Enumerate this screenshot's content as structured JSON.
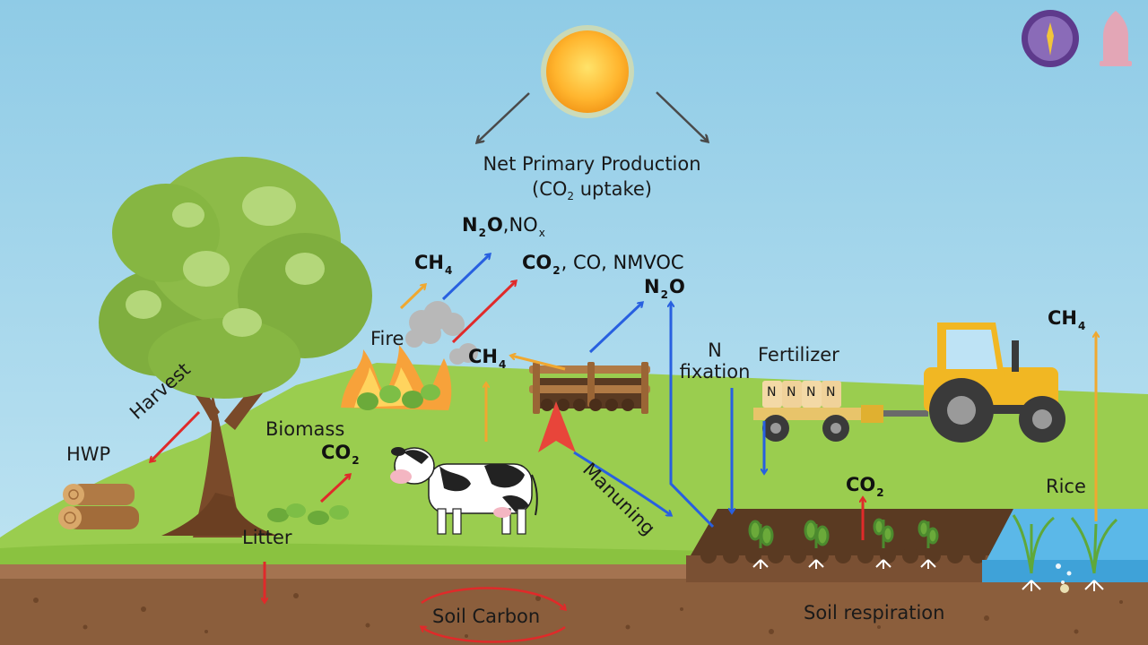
{
  "title": {
    "line1": "Net Primary Production",
    "line2_pre": "(CO",
    "line2_sub": "2",
    "line2_post": " uptake)"
  },
  "labels": {
    "fire": "Fire",
    "harvest": "Harvest",
    "hwp": "HWP",
    "biomass": "Biomass",
    "litter": "Litter",
    "manuning": "Manuning",
    "n_fixation_line1": "N",
    "n_fixation_line2": "fixation",
    "fertilizer": "Fertilizer",
    "rice": "Rice",
    "soil_carbon": "Soil Carbon",
    "soil_respiration": "Soil respiration"
  },
  "gases": {
    "n2o_nox": {
      "a": "N",
      "a_sub": "2",
      "b": "O",
      "rest": ",NO",
      "rest_sub": "x"
    },
    "ch4_fire": {
      "a": "CH",
      "a_sub": "4"
    },
    "co2_co_nmvoc": {
      "a": "CO",
      "a_sub": "2",
      "rest": ", CO, NMVOC"
    },
    "n2o_right": {
      "a": "N",
      "a_sub": "2",
      "b": "O"
    },
    "ch4_cow": {
      "a": "CH",
      "a_sub": "4"
    },
    "co2_biomass": {
      "a": "CO",
      "a_sub": "2"
    },
    "co2_soil": {
      "a": "CO",
      "a_sub": "2"
    },
    "ch4_rice": {
      "a": "CH",
      "a_sub": "4"
    }
  },
  "fertilizer_bags": [
    "N",
    "N",
    "N",
    "N"
  ],
  "colors": {
    "sky": "#A9D8EE",
    "grass": "#9ACD4F",
    "soil": "#8B5E3C",
    "water": "#5BB8E8",
    "arrow_red": "#E02A2A",
    "arrow_blue": "#2860E0",
    "arrow_orange": "#F0A830",
    "arrow_grey": "#4A4A4A"
  },
  "icons": [
    "sun-icon",
    "tree-icon",
    "fire-icon",
    "smoke-icon",
    "cow-icon",
    "fence-icon",
    "tractor-icon",
    "fertilizer-cart-icon",
    "log-pile-icon",
    "rice-plant-icon",
    "university-logo-icon",
    "chula-logo-icon"
  ]
}
